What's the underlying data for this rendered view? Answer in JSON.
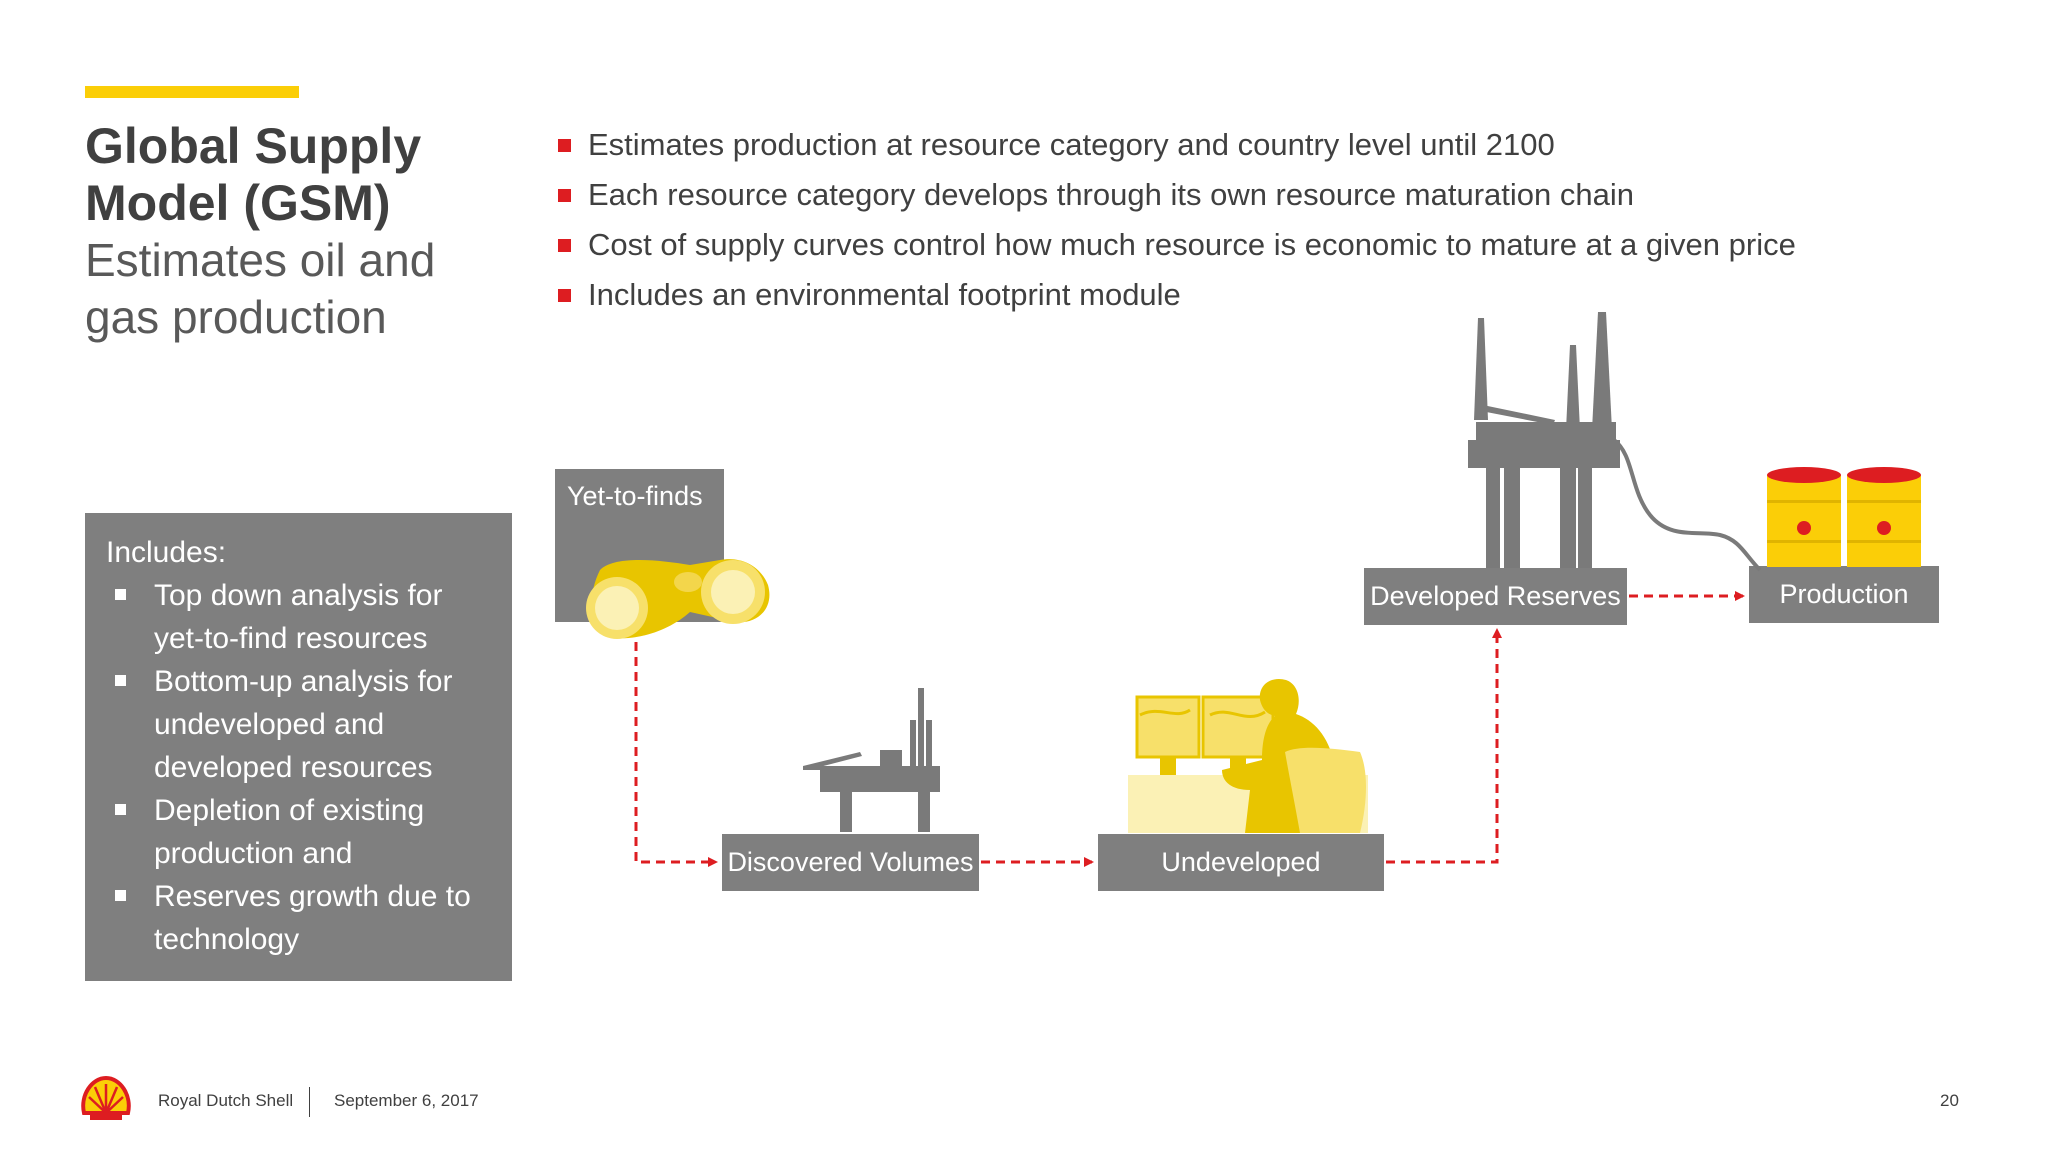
{
  "slide": {
    "title": "Global Supply Model (GSM)",
    "subtitle": "Estimates oil and gas production"
  },
  "bullets": [
    "Estimates production at resource category and country level until 2100",
    "Each resource category develops through its own resource maturation chain",
    "Cost of supply curves control how much resource is economic to mature at a given price",
    "Includes an environmental footprint module"
  ],
  "includes": {
    "title": "Includes:",
    "items": [
      "Top down analysis for yet-to-find resources",
      "Bottom-up analysis for undeveloped and developed resources",
      "Depletion of existing production and",
      "Reserves growth due to technology"
    ]
  },
  "flow": {
    "nodes": {
      "yet_to_finds": "Yet-to-finds",
      "discovered": "Discovered Volumes",
      "undeveloped": "Undeveloped",
      "developed_reserves": "Developed Reserves",
      "production": "Production"
    },
    "illustrations": [
      "binoculars-icon",
      "drilling-rig-icon",
      "analyst-workstation-icon",
      "offshore-platform-icon",
      "oil-barrels-icon"
    ]
  },
  "footer": {
    "company": "Royal Dutch Shell",
    "date": "September 6, 2017",
    "page": "20"
  },
  "colors": {
    "accent_yellow": "#fbce07",
    "shell_red": "#dd1d21",
    "box_grey": "#7f7f7f",
    "text_dark": "#404040"
  }
}
